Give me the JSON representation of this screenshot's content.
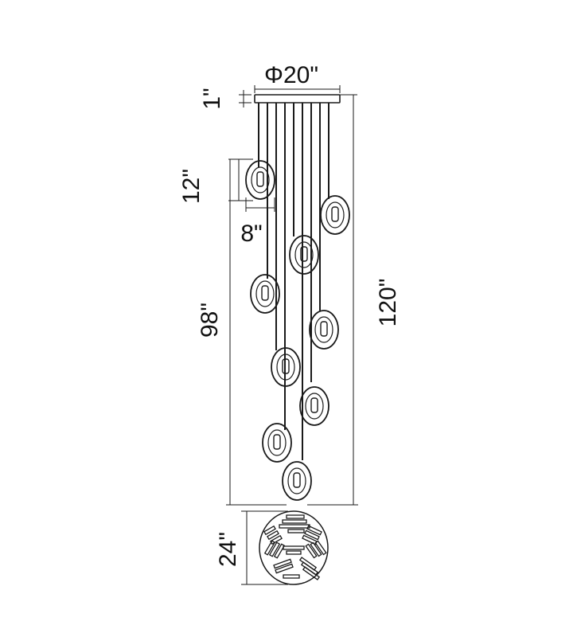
{
  "dimensions": {
    "canopy_diameter": "Φ20\"",
    "canopy_height": "1\"",
    "pendant_height": "12\"",
    "pendant_width": "8\"",
    "drop_height": "98\"",
    "overall_height": "120\"",
    "sphere_height": "24\""
  },
  "colors": {
    "line": "#1a1a1a",
    "background": "#ffffff"
  }
}
